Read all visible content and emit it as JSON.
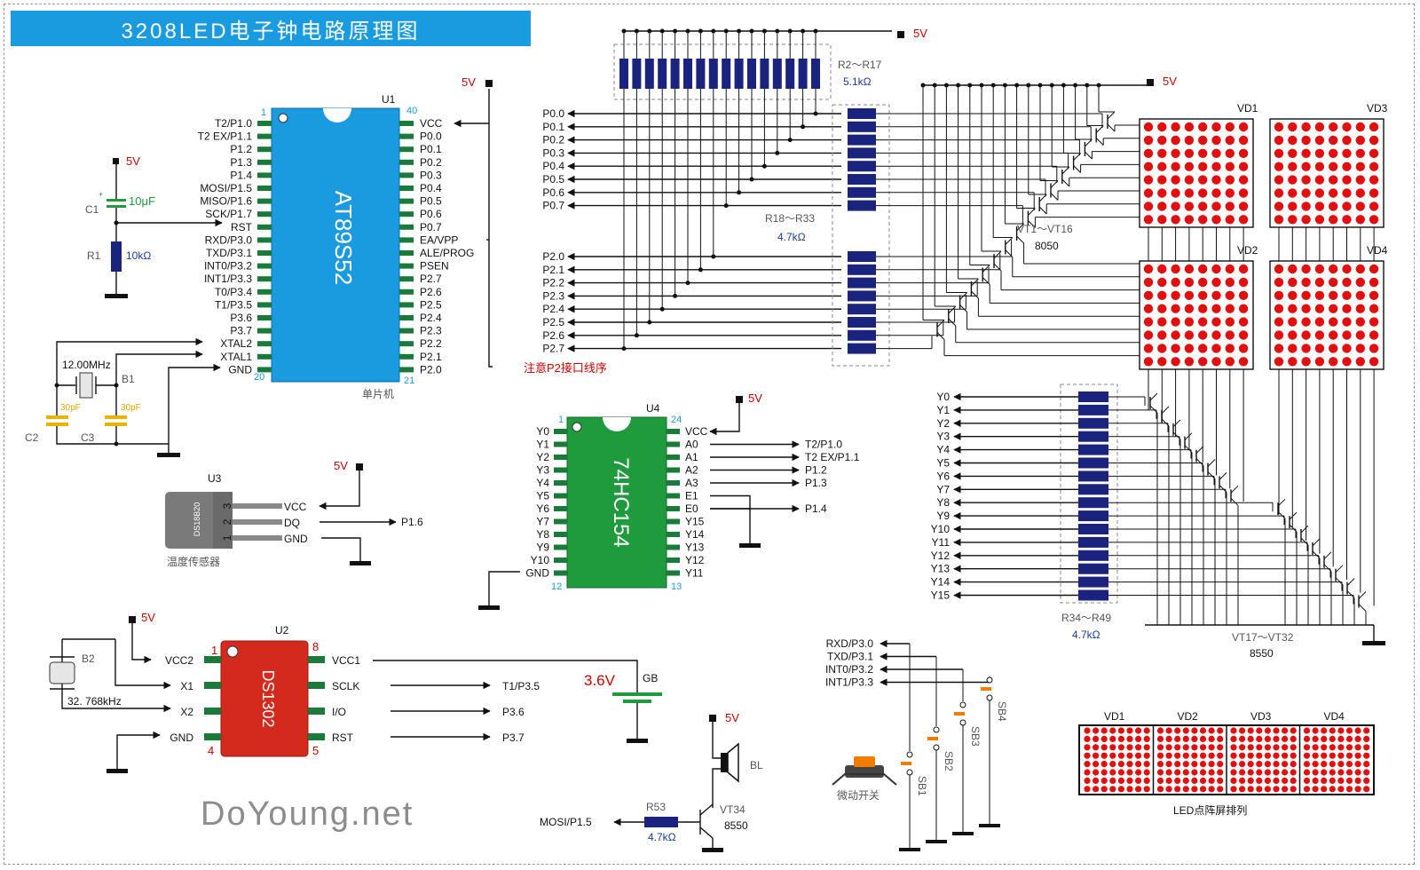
{
  "title": "3208LED电子钟电路原理图",
  "watermark": "DoYoung.net",
  "power": {
    "v5": "5V",
    "v36": "3.6V"
  },
  "u1": {
    "ref": "U1",
    "part": "AT89S52",
    "caption": "单片机",
    "pin1": "1",
    "pin20": "20",
    "pin21": "21",
    "pin40": "40",
    "left_pins": [
      "T2/P1.0",
      "T2 EX/P1.1",
      "P1.2",
      "P1.3",
      "P1.4",
      "MOSI/P1.5",
      "MISO/P1.6",
      "SCK/P1.7",
      "RST",
      "RXD/P3.0",
      "TXD/P3.1",
      "INT0/P3.2",
      "INT1/P3.3",
      "T0/P3.4",
      "T1/P3.5",
      "P3.6",
      "P3.7",
      "XTAL2",
      "XTAL1",
      "GND"
    ],
    "right_pins": [
      "VCC",
      "P0.0",
      "P0.1",
      "P0.2",
      "P0.3",
      "P0.4",
      "P0.5",
      "P0.6",
      "P0.7",
      "EA/VPP",
      "ALE/PROG",
      "PSEN",
      "P2.7",
      "P2.6",
      "P2.5",
      "P2.4",
      "P2.3",
      "P2.2",
      "P2.1",
      "P2.0"
    ]
  },
  "reset": {
    "c1": "C1",
    "c1_value": "10μF",
    "r1": "R1",
    "r1_value": "10kΩ"
  },
  "crystal": {
    "b1": "B1",
    "freq": "12.00MHz",
    "c2": "C2",
    "c3": "C3",
    "cap_value": "30pF"
  },
  "u3": {
    "ref": "U3",
    "part": "DS18B20",
    "caption": "温度传感器",
    "pins": [
      "3",
      "2",
      "1"
    ],
    "signals": [
      "VCC",
      "DQ",
      "GND"
    ],
    "dq_net": "P1.6"
  },
  "u4": {
    "ref": "U4",
    "part": "74HC154",
    "pin1": "1",
    "pin12": "12",
    "pin13": "13",
    "pin24": "24",
    "left_pins": [
      "Y0",
      "Y1",
      "Y2",
      "Y3",
      "Y4",
      "Y5",
      "Y6",
      "Y7",
      "Y8",
      "Y9",
      "Y10",
      "GND"
    ],
    "right_pins": [
      "VCC",
      "A0",
      "A1",
      "A2",
      "A3",
      "E1",
      "E0",
      "Y15",
      "Y14",
      "Y13",
      "Y12",
      "Y11"
    ],
    "nets": [
      "T2/P1.0",
      "T2 EX/P1.1",
      "P1.2",
      "P1.3",
      "P1.4"
    ]
  },
  "u2": {
    "ref": "U2",
    "part": "DS1302",
    "pin1": "1",
    "pin4": "4",
    "pin5": "5",
    "pin8": "8",
    "left_pins": [
      "VCC2",
      "X1",
      "X2",
      "GND"
    ],
    "right_pins": [
      "VCC1",
      "SCLK",
      "I/O",
      "RST"
    ],
    "nets": [
      "T1/P3.5",
      "P3.6",
      "P3.7"
    ],
    "b2": "B2",
    "b2_freq": "32. 768kHz",
    "gb": "GB"
  },
  "speaker": {
    "bl": "BL",
    "r53": "R53",
    "r53_value": "4.7kΩ",
    "vt": "VT34",
    "vt_type": "8550",
    "net": "MOSI/P1.5"
  },
  "resistors": {
    "r2_17": "R2～R17",
    "r2_17_value": "5.1kΩ",
    "r18_33": "R18～R33",
    "r18_33_value": "4.7kΩ",
    "r34_49": "R34～R49",
    "r34_49_value": "4.7kΩ"
  },
  "transistors": {
    "vt1_16": "VT1～VT16",
    "vt1_16_type": "8050",
    "vt17_32": "VT17～VT32",
    "vt17_32_type": "8550"
  },
  "p0_nets": [
    "P0.0",
    "P0.1",
    "P0.2",
    "P0.3",
    "P0.4",
    "P0.5",
    "P0.6",
    "P0.7"
  ],
  "p2_nets": [
    "P2.0",
    "P2.1",
    "P2.2",
    "P2.3",
    "P2.4",
    "P2.5",
    "P2.6",
    "P2.7"
  ],
  "p2_note": "注意P2接口线序",
  "y_nets": [
    "Y0",
    "Y1",
    "Y2",
    "Y3",
    "Y4",
    "Y5",
    "Y6",
    "Y7",
    "Y8",
    "Y9",
    "Y10",
    "Y11",
    "Y12",
    "Y13",
    "Y14",
    "Y15"
  ],
  "matrices": {
    "vd1": "VD1",
    "vd2": "VD2",
    "vd3": "VD3",
    "vd4": "VD4"
  },
  "buttons": {
    "nets": [
      "RXD/P3.0",
      "TXD/P3.1",
      "INT0/P3.2",
      "INT1/P3.3"
    ],
    "labels": [
      "SB1",
      "SB2",
      "SB3",
      "SB4"
    ],
    "caption": "微动开关"
  },
  "arrangement": {
    "labels": [
      "VD1",
      "VD2",
      "VD3",
      "VD4"
    ],
    "caption": "LED点阵屏排列"
  },
  "colors": {
    "title_bg": "#1a9be0",
    "u1": "#1a9be0",
    "u4": "#1f9a3c",
    "u2": "#d42a1e",
    "led": "#e01010",
    "resistor": "#1a237e"
  }
}
